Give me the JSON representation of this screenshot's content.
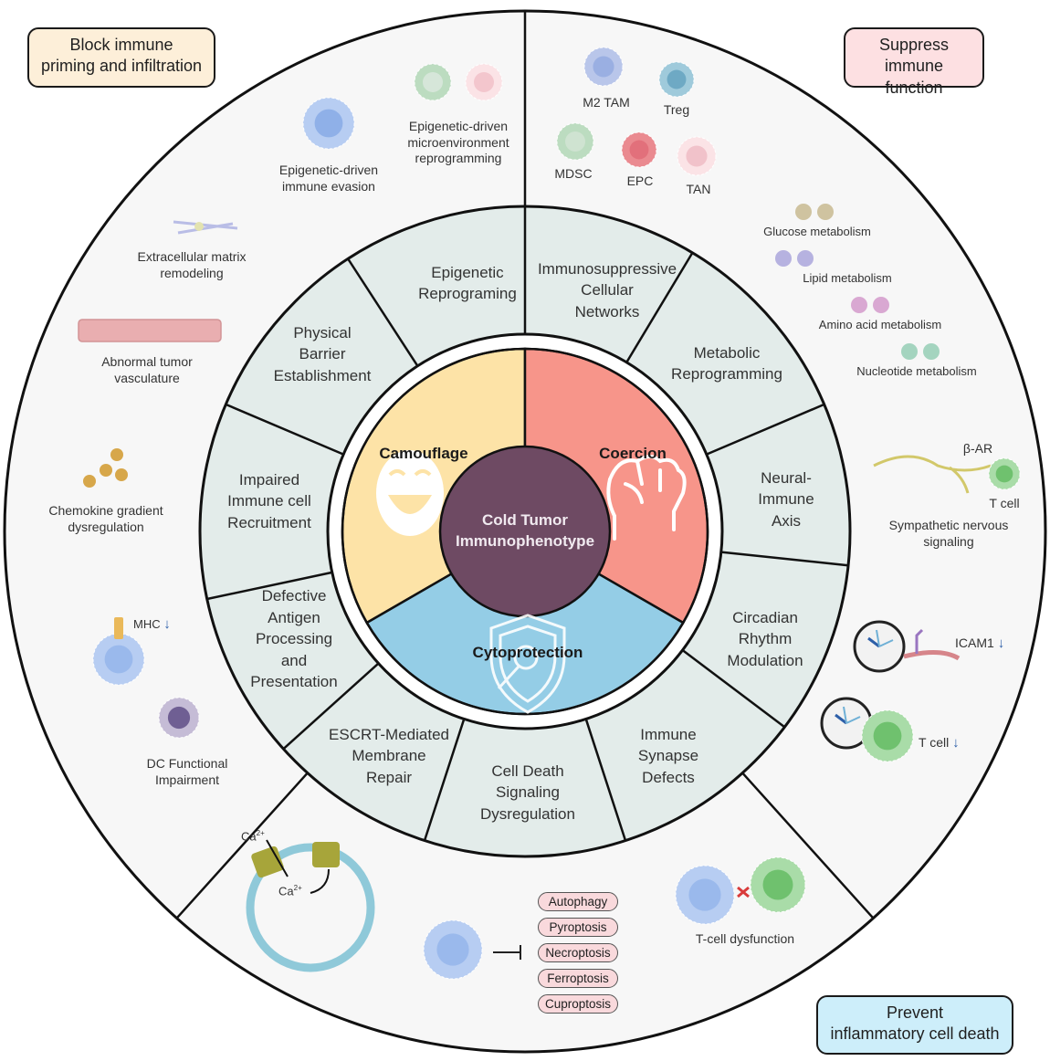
{
  "center": {
    "line1": "Cold Tumor",
    "line2": "Immunophenotype",
    "color": "#6e4a63"
  },
  "core_mechanisms": [
    {
      "label": "Camouflage",
      "icon": "laughing-mask-icon",
      "color": "#fde3a7"
    },
    {
      "label": "Coercion",
      "icon": "fist-icon",
      "color": "#f7958a"
    },
    {
      "label": "Cytoprotection",
      "icon": "shield-icon",
      "color": "#94cde6"
    }
  ],
  "segments": [
    {
      "lines": [
        "Immunosuppressive",
        "Cellular",
        "Networks"
      ]
    },
    {
      "lines": [
        "Metabolic",
        "Reprogramming"
      ]
    },
    {
      "lines": [
        "Neural-",
        "Immune",
        "Axis"
      ]
    },
    {
      "lines": [
        "Circadian",
        "Rhythm",
        "Modulation"
      ]
    },
    {
      "lines": [
        "Immune",
        "Synapse",
        "Defects"
      ]
    },
    {
      "lines": [
        "Cell Death",
        "Signaling",
        "Dysregulation"
      ]
    },
    {
      "lines": [
        "ESCRT-Mediated",
        "Membrane",
        "Repair"
      ]
    },
    {
      "lines": [
        "Defective",
        "Antigen",
        "Processing",
        "and",
        "Presentation"
      ]
    },
    {
      "lines": [
        "Impaired",
        "Immune cell",
        "Recruitment"
      ]
    },
    {
      "lines": [
        "Physical",
        "Barrier",
        "Establishment"
      ]
    },
    {
      "lines": [
        "Epigenetic",
        "Reprograming"
      ]
    }
  ],
  "corner_boxes": {
    "top_left": {
      "line1": "Block immune",
      "line2": "priming and infiltration",
      "color": "#fdefd9"
    },
    "top_right": {
      "line1": "Suppress",
      "line2": "immune function",
      "color": "#fde0e2"
    },
    "bottom_right": {
      "line1": "Prevent",
      "line2": "inflammatory cell death",
      "color": "#cdeefa"
    }
  },
  "outer_left": {
    "epi_immune_evasion": [
      "Epigenetic-driven",
      "immune evasion"
    ],
    "epi_microenv": [
      "Epigenetic-driven",
      "microenvironment",
      "reprogramming"
    ],
    "ecm": [
      "Extracellular matrix",
      "remodeling"
    ],
    "vasculature": [
      "Abnormal tumor",
      "vasculature"
    ],
    "chemokine": [
      "Chemokine gradient",
      "dysregulation"
    ],
    "mhc": "MHC",
    "dc": [
      "DC Functional",
      "Impairment"
    ]
  },
  "outer_right": {
    "cells": [
      "M2 TAM",
      "Treg",
      "MDSC",
      "EPC",
      "TAN"
    ],
    "metabolism": [
      {
        "label": "Glucose metabolism",
        "color": "#cfc3a0"
      },
      {
        "label": "Lipid metabolism",
        "color": "#b6b2e0"
      },
      {
        "label": "Amino acid metabolism",
        "color": "#d9a8d2"
      },
      {
        "label": "Nucleotide metabolism",
        "color": "#a4d4bf"
      }
    ],
    "beta_ar": "β-AR",
    "t_cell": "T cell",
    "sympathetic": [
      "Sympathetic nervous",
      "signaling"
    ],
    "icam1": "ICAM1",
    "t_cell_down": "T cell",
    "down_arrow": "↓"
  },
  "outer_bottom": {
    "ca_top": "Ca",
    "ca_bottom": "Ca",
    "ca_sup": "2+",
    "death_types": [
      "Autophagy",
      "Pyroptosis",
      "Necroptosis",
      "Ferroptosis",
      "Cuproptosis"
    ],
    "tcell_dysfunction": "T-cell dysfunction"
  }
}
